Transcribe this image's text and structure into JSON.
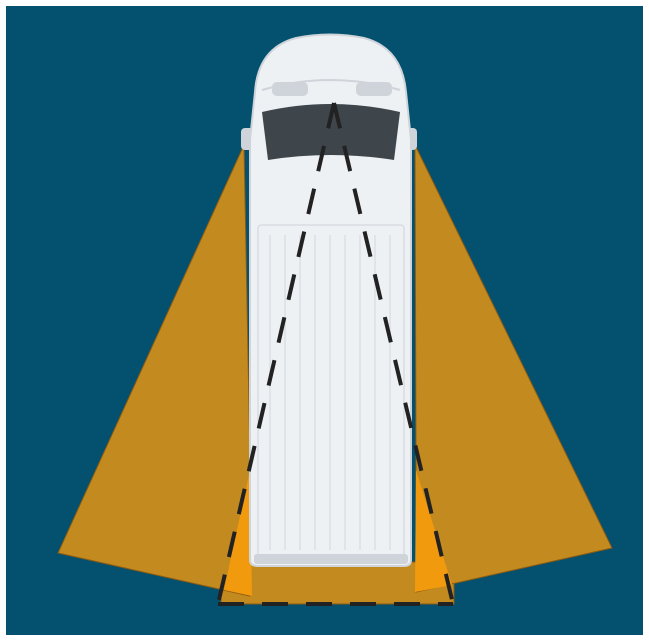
{
  "diagram": {
    "subject": "van-top-view",
    "zones": [
      {
        "id": "left-mirror-zone",
        "side": "left",
        "kind": "mirror-view"
      },
      {
        "id": "right-mirror-zone",
        "side": "right",
        "kind": "mirror-view"
      },
      {
        "id": "left-rear-blind-spot",
        "side": "left",
        "kind": "blind-spot"
      },
      {
        "id": "right-rear-blind-spot",
        "side": "right",
        "kind": "blind-spot"
      },
      {
        "id": "rear-zone",
        "side": "rear",
        "kind": "rear-view"
      }
    ],
    "sightlines": [
      "left-sightline",
      "right-sightline",
      "rear-boundary"
    ]
  },
  "colors": {
    "background": "#03506f",
    "mirror_zone": "#c28a1f",
    "blind_spot": "#f29a0e",
    "zone_outline": "#8b5a12",
    "sightline": "#222222",
    "van_body": "#eef1f4",
    "van_shadow": "#cfd4da",
    "windshield": "#3e464c"
  },
  "icons": {
    "vehicle": "van-icon"
  }
}
